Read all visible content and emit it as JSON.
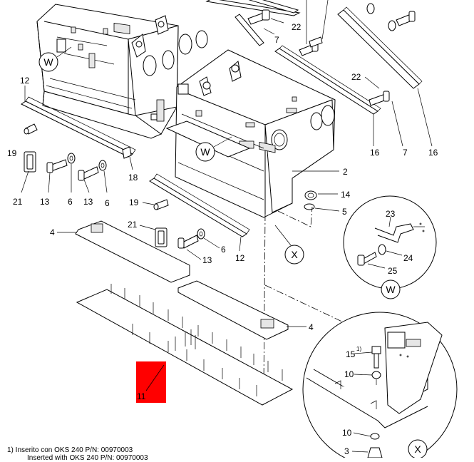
{
  "labels": {
    "l22a": "22",
    "l7a": "7",
    "l22b": "22",
    "l7b": "7",
    "l16a": "16",
    "l16b": "16",
    "l12a": "12",
    "l19a": "19",
    "l21a": "21",
    "l13a": "13",
    "l6a": "6",
    "l13b": "13",
    "l6b": "6",
    "l18": "18",
    "l2": "2",
    "l14": "14",
    "l5": "5",
    "l19b": "19",
    "l21b": "21",
    "l4a": "4",
    "l6c": "6",
    "l13c": "13",
    "l12b": "12",
    "l4b": "4",
    "l11": "11",
    "l23": "23",
    "l24": "24",
    "l25": "25",
    "l15": "15",
    "l10a": "10",
    "l10b": "10",
    "l3": "3"
  },
  "superscripts": {
    "s15": "1)"
  },
  "callouts": {
    "w1": "W",
    "w2": "W",
    "w3": "W",
    "x1": "X",
    "x2": "X"
  },
  "highlight_color": "#ff0000",
  "notes": {
    "note1": "1)  Inserito con OKS 240 P/N: 00970003",
    "note2": "Inserted with OKS 240 P/N: 00970003"
  }
}
